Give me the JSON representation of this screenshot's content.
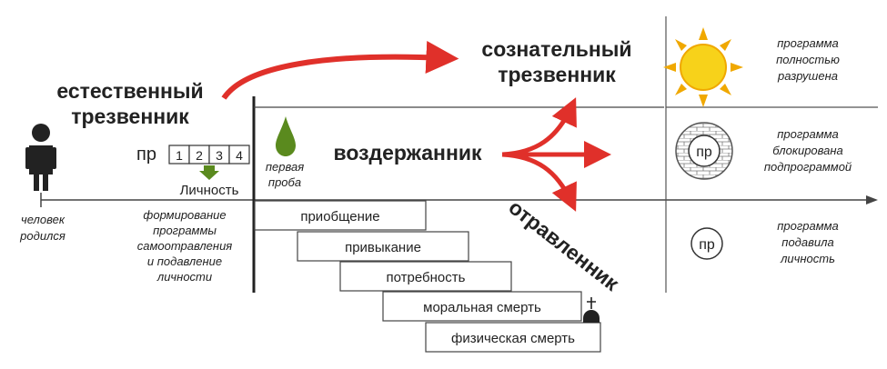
{
  "labels": {
    "natural_teetotaler": [
      "естественный",
      "трезвенник"
    ],
    "conscious_teetotaler": [
      "сознательный",
      "трезвенник"
    ],
    "abstainer": "воздержанник",
    "poisoned": "отравленник",
    "pr_prefix": "пр",
    "pr_boxes": [
      "1",
      "2",
      "3",
      "4"
    ],
    "personality": "Личность",
    "first_try": [
      "первая",
      "проба"
    ],
    "person_born": [
      "человек",
      "родился"
    ],
    "formation": [
      "формирование",
      "программы",
      "самоотравления",
      "и подавление",
      "личности"
    ],
    "pr_circle": "пр"
  },
  "stages": [
    "приобщение",
    "привыкание",
    "потребность",
    "моральная смерть",
    "физическая смерть"
  ],
  "program_states": [
    [
      "программа",
      "полностью",
      "разрушена"
    ],
    [
      "программа",
      "блокирована",
      "подпрограммой"
    ],
    [
      "программа",
      "подавила",
      "личность"
    ]
  ],
  "colors": {
    "arrow_red": "#e0302a",
    "drop_green": "#5a8a1e",
    "sun_yellow": "#f7d21a",
    "sun_ring": "#f0a800",
    "text_dark": "#222222",
    "line_gray": "#555555"
  },
  "icons": [
    "person-icon",
    "drop-icon",
    "down-arrow-icon",
    "sun-icon",
    "brick-circle-icon",
    "grave-icon",
    "cross-icon"
  ]
}
